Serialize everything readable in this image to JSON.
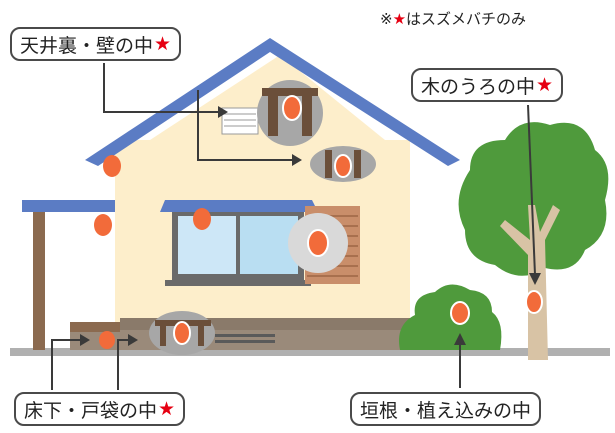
{
  "note": {
    "prefix": "※",
    "star": "★",
    "text": "はスズメバチのみ"
  },
  "labels": {
    "attic": {
      "text": "天井裏・壁の中",
      "star": "★"
    },
    "tree_hollow": {
      "text": "木のうろの中",
      "star": "★"
    },
    "underfloor": {
      "text": "床下・戸袋の中",
      "star": "★"
    },
    "hedge": {
      "text": "垣根・植え込みの中",
      "star": ""
    }
  },
  "colors": {
    "roof": "#5b7cc4",
    "wall": "#fdeecb",
    "frame": "#6b4f3a",
    "nest": "#f26b3a",
    "tree": "#4f9a3c",
    "trunk": "#d8c3a5",
    "star": "#e60012",
    "lens": "#a7a7a7"
  }
}
